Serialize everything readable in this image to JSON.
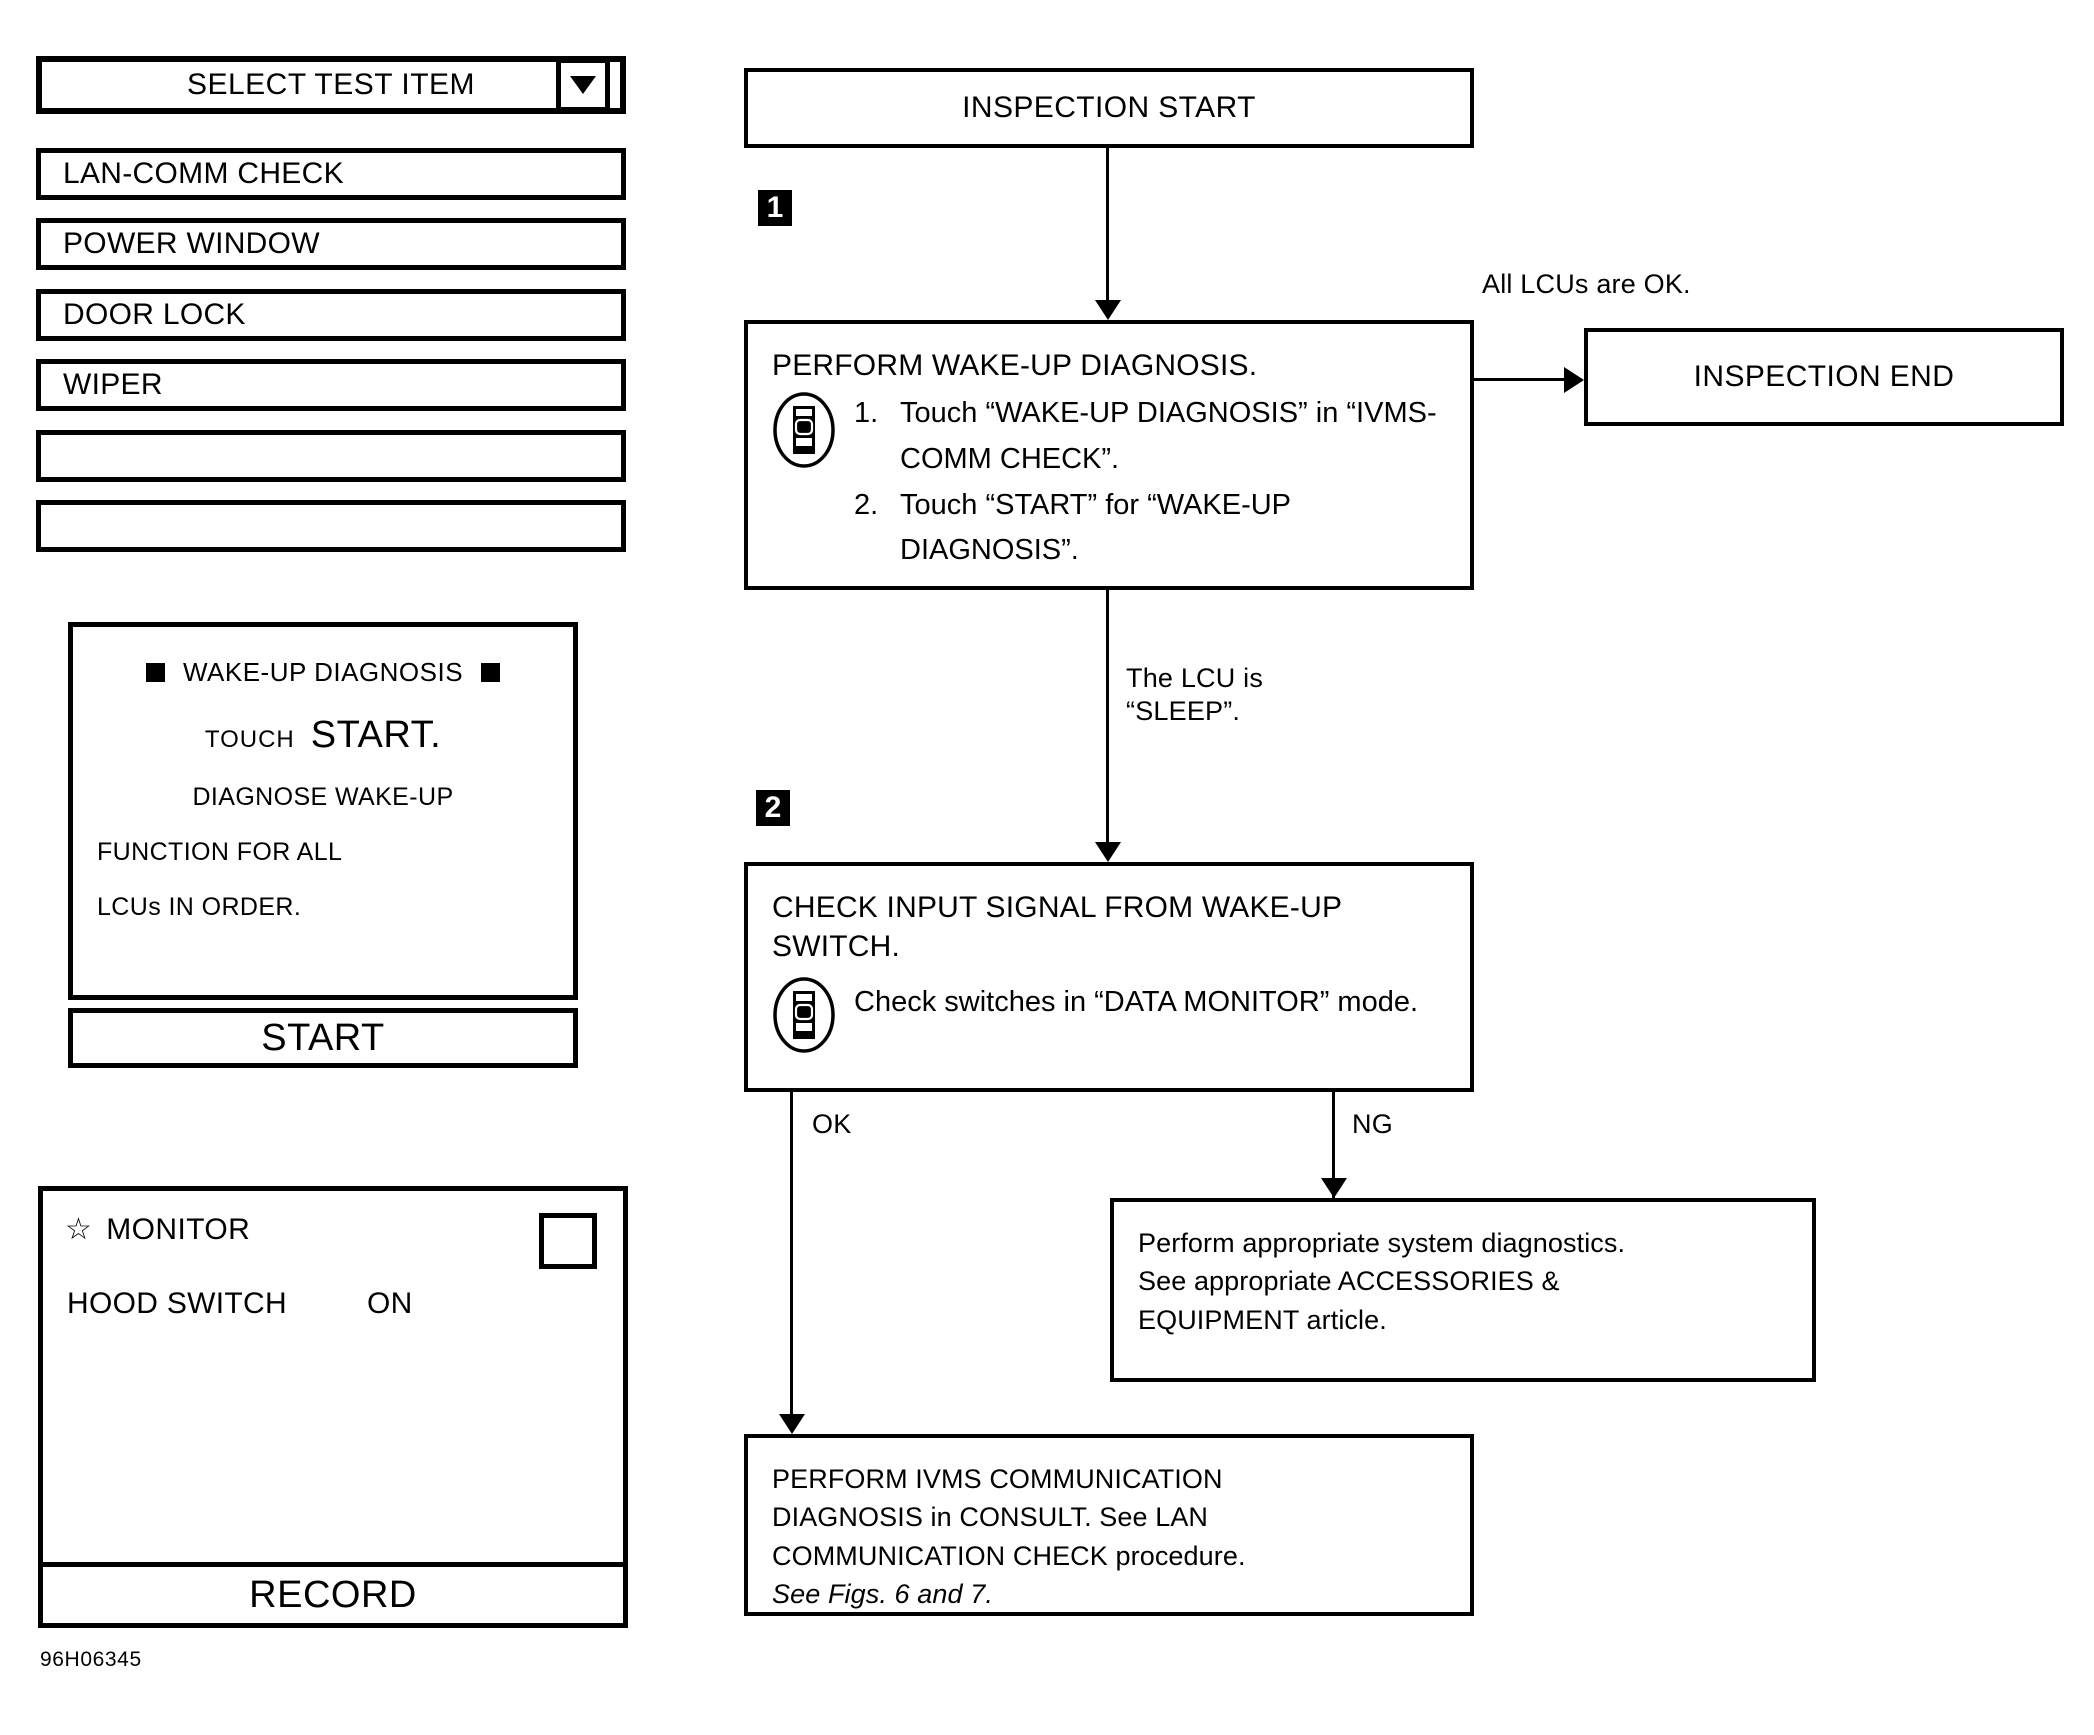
{
  "figure": {
    "code": "96H06345"
  },
  "consult_screens": {
    "select_test_item": {
      "header_label": "SELECT TEST ITEM",
      "dropdown_icon": "chevron-down-icon",
      "items": [
        "LAN-COMM CHECK",
        "POWER WINDOW",
        "DOOR LOCK",
        "WIPER",
        "",
        ""
      ]
    },
    "wake_up_diagnosis": {
      "bullet_icon": "filled-square-bullet",
      "title": "WAKE-UP DIAGNOSIS",
      "touch_prefix": "TOUCH",
      "touch_target": "START.",
      "description_lines": [
        "DIAGNOSE WAKE-UP",
        "FUNCTION FOR ALL",
        "LCUs IN ORDER."
      ],
      "start_button": "START"
    },
    "monitor": {
      "star_icon": "star-icon",
      "title": "MONITOR",
      "checkbox_icon": "empty-checkbox-icon",
      "row_name": "HOOD SWITCH",
      "row_value": "ON",
      "record_button": "RECORD"
    }
  },
  "flowchart": {
    "start_box": "INSPECTION START",
    "end_box": "INSPECTION END",
    "step1": {
      "badge": "1",
      "title": "PERFORM WAKE-UP DIAGNOSIS.",
      "tool_icon": "consult-tool-icon",
      "items": [
        {
          "num": "1.",
          "text": "Touch “WAKE-UP DIAGNOSIS” in “IVMS-COMM CHECK”."
        },
        {
          "num": "2.",
          "text": "Touch “START” for “WAKE-UP DIAGNOSIS”."
        }
      ]
    },
    "step2": {
      "badge": "2",
      "title": "CHECK INPUT SIGNAL FROM WAKE-UP SWITCH.",
      "tool_icon": "consult-tool-icon",
      "sub_text": "Check switches in “DATA MONITOR” mode."
    },
    "edges": {
      "all_lcus_ok": "All LCUs are OK.",
      "lcu_is_sleep": "The LCU is\n“SLEEP”.",
      "ok": "OK",
      "ng": "NG"
    },
    "ng_box": {
      "line1": "Perform appropriate system diagnostics.",
      "line2": "See appropriate ACCESSORIES &",
      "line3": "EQUIPMENT article."
    },
    "ok_box": {
      "line1": "PERFORM IVMS COMMUNICATION",
      "line2": "DIAGNOSIS in CONSULT.  See LAN",
      "line3": "COMMUNICATION CHECK procedure.",
      "line4_italic": "See Figs. 6 and 7."
    }
  },
  "colors": {
    "ink": "#000000",
    "paper": "#ffffff"
  }
}
